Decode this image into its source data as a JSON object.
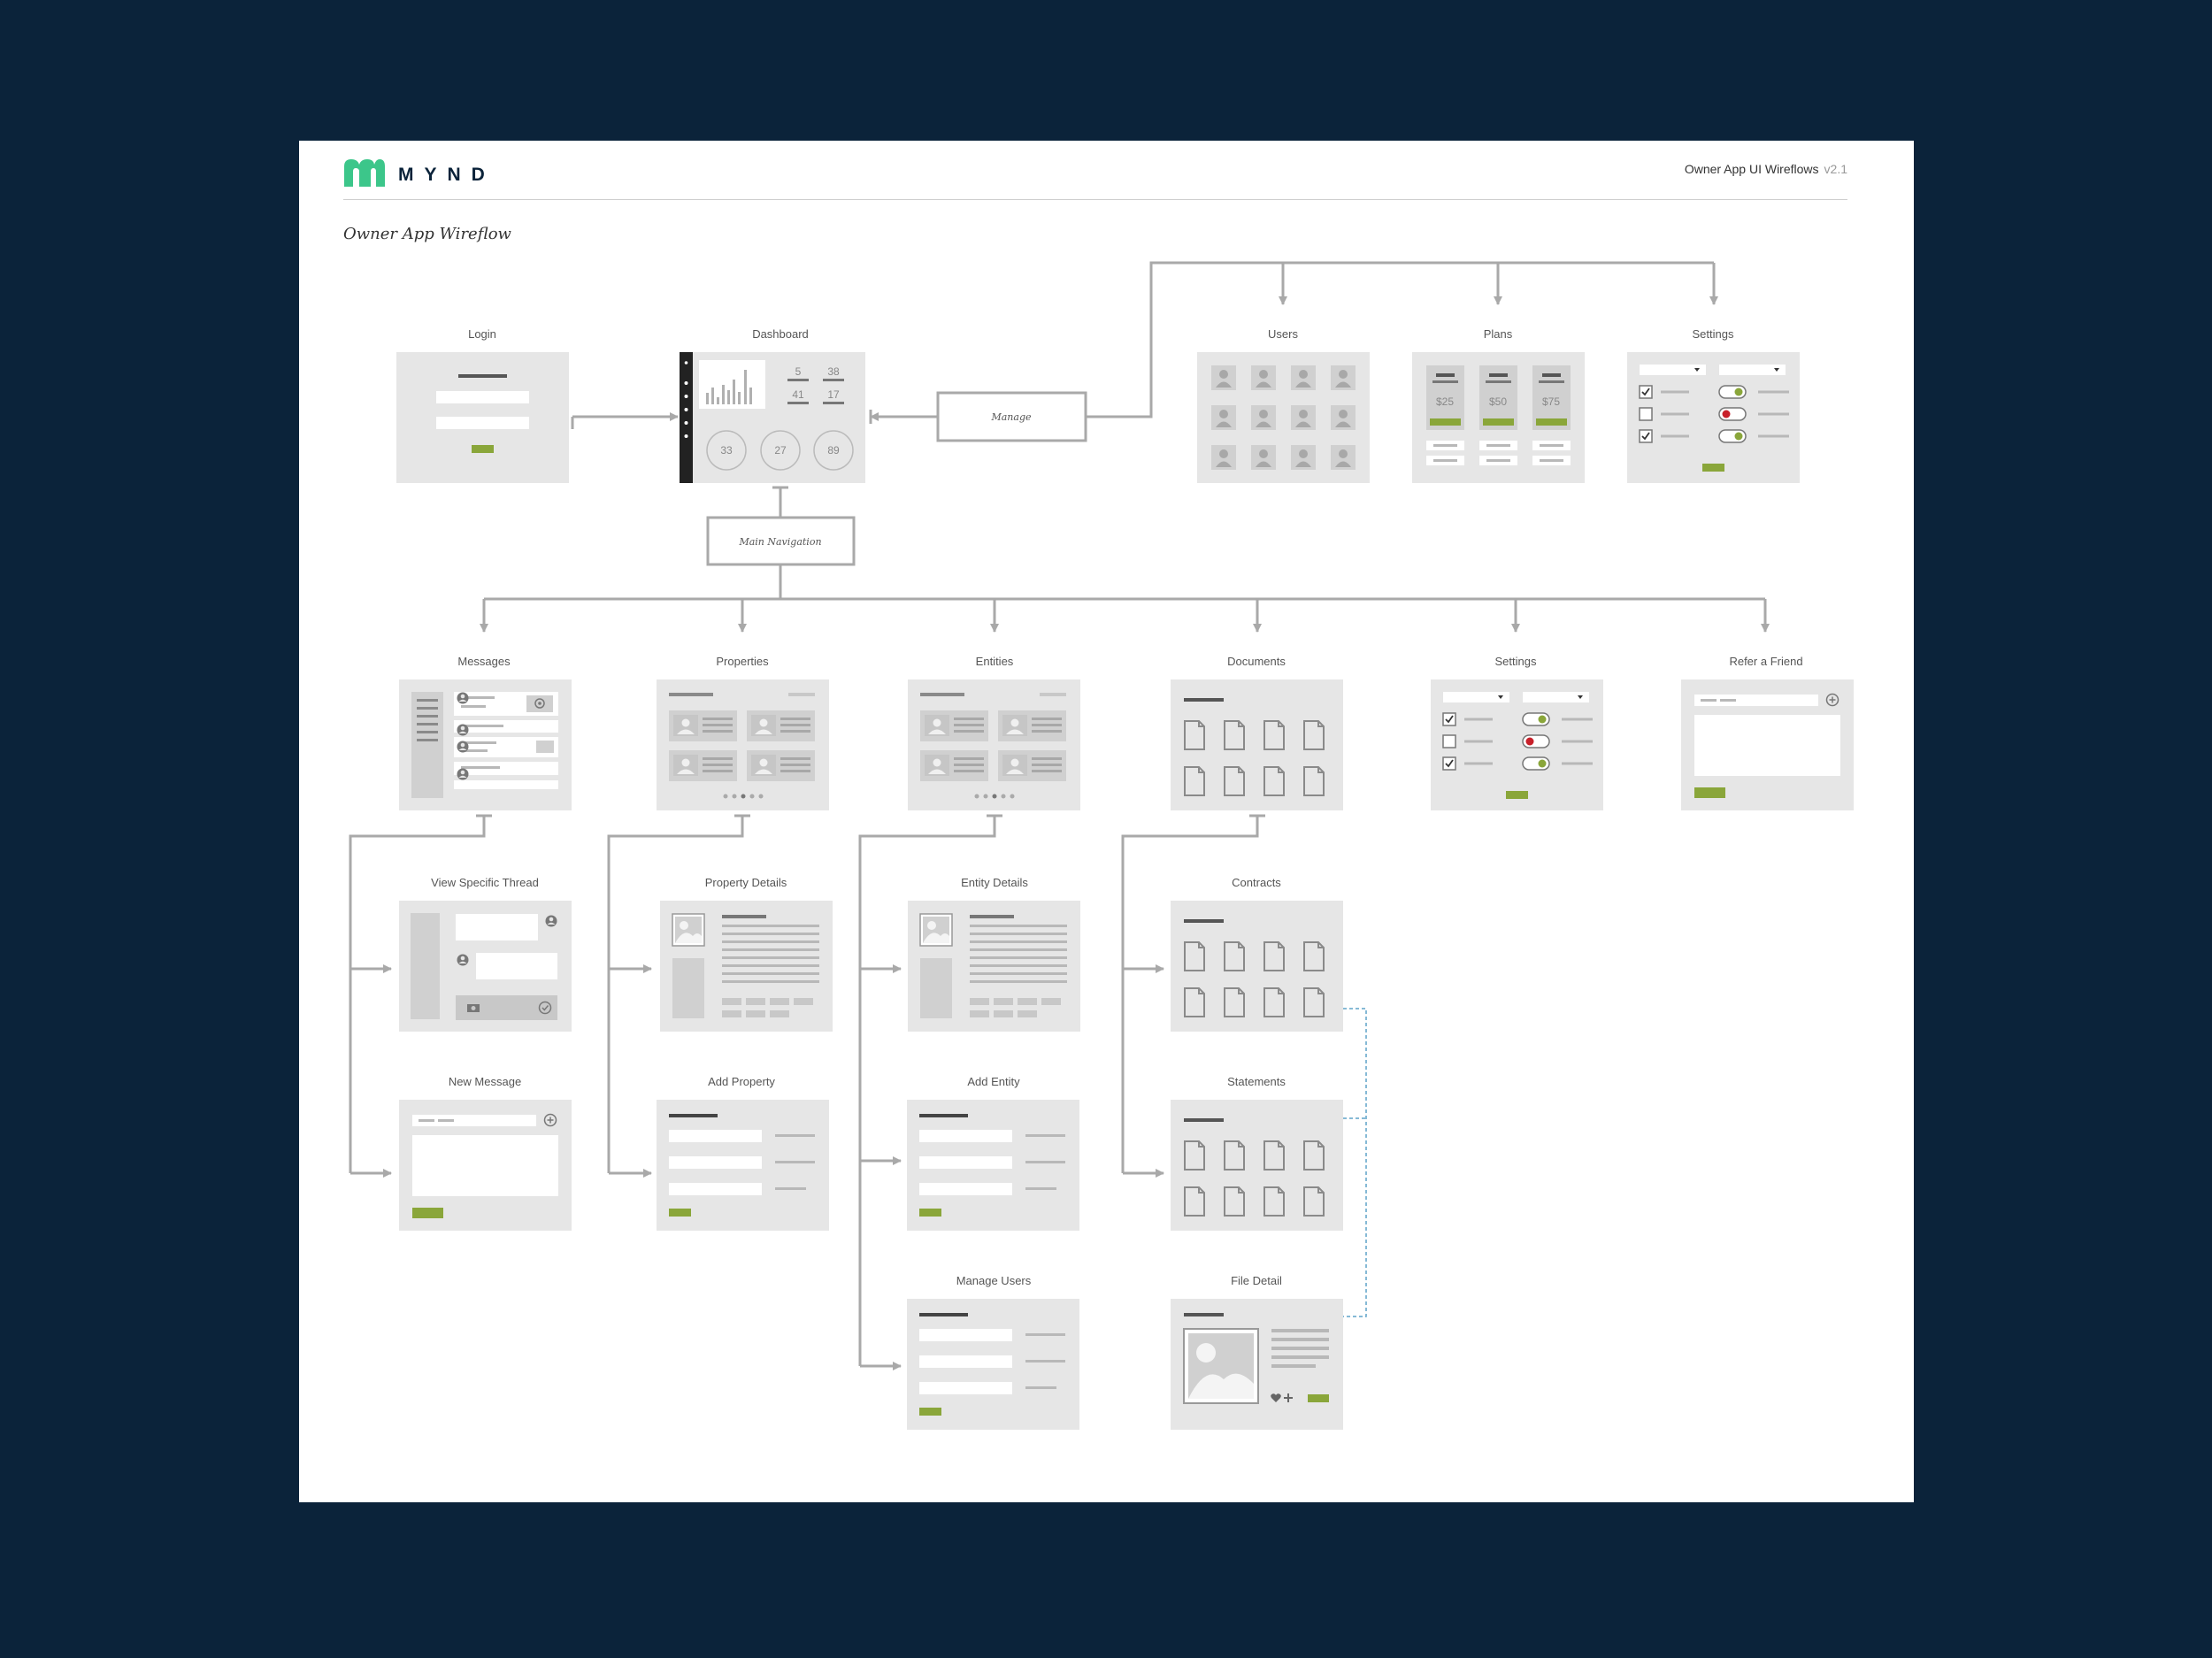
{
  "header": {
    "brand": "MYND",
    "doc_title": "Owner App UI Wireflows",
    "version": "v2.1",
    "page_title": "Owner App Wireflow"
  },
  "connectors": {
    "manage": "Manage",
    "main_navigation": "Main Navigation"
  },
  "screens": {
    "login": "Login",
    "dashboard": "Dashboard",
    "users": "Users",
    "plans": "Plans",
    "settings_top": "Settings",
    "messages": "Messages",
    "properties": "Properties",
    "entities": "Entities",
    "documents": "Documents",
    "settings_nav": "Settings",
    "refer": "Refer a Friend",
    "view_thread": "View Specific Thread",
    "new_message": "New Message",
    "property_details": "Property Details",
    "add_property": "Add Property",
    "entity_details": "Entity Details",
    "add_entity": "Add Entity",
    "manage_users": "Manage Users",
    "contracts": "Contracts",
    "statements": "Statements",
    "file_detail": "File Detail"
  },
  "dashboard_stats": [
    "5",
    "38",
    "41",
    "17"
  ],
  "dashboard_circles": [
    "33",
    "27",
    "89"
  ],
  "plans_prices": [
    "$25",
    "$50",
    "$75"
  ],
  "colors": {
    "background": "#0b233a",
    "accent_green": "#8aa63a",
    "logo_green": "#3cc68a",
    "toggle_red": "#c8202a",
    "wire_gray": "#e6e6e6",
    "link_dashed": "#5fa3c9"
  }
}
